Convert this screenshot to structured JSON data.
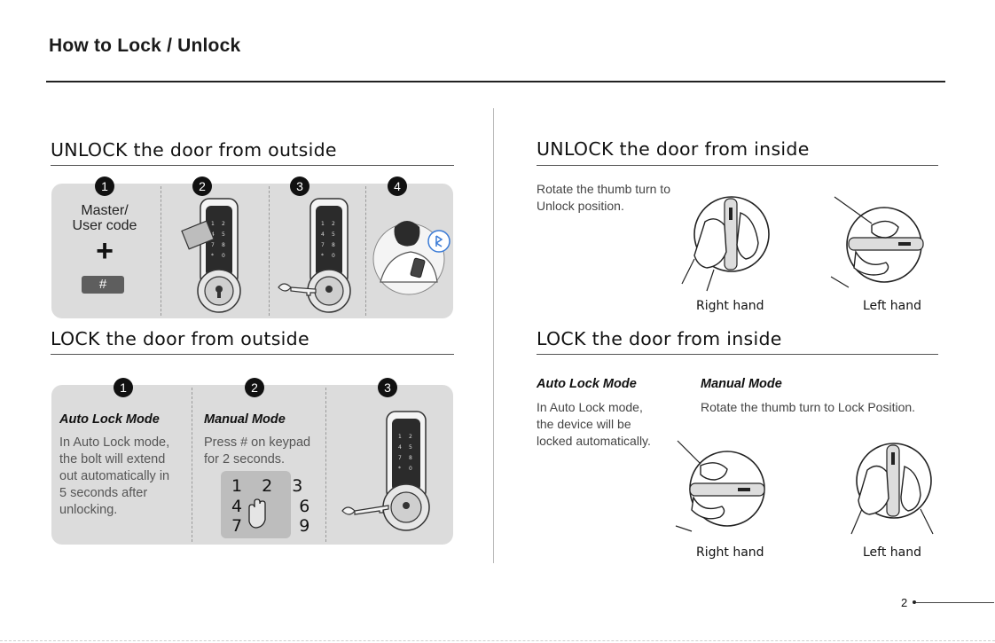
{
  "page": {
    "title": "How to Lock / Unlock",
    "page_number": "2"
  },
  "unlock_outside": {
    "title": "UNLOCK the door from outside",
    "steps": [
      "1",
      "2",
      "3",
      "4"
    ],
    "step1_line1": "Master/",
    "step1_line2": "User code",
    "plus": "+",
    "hash_key": "#"
  },
  "lock_outside": {
    "title": "LOCK the door from outside",
    "steps": [
      "1",
      "2",
      "3"
    ],
    "auto_title": "Auto Lock Mode",
    "auto_lines": [
      "In Auto Lock mode,",
      "the bolt will extend",
      "out automatically in",
      "5 seconds after",
      "unlocking."
    ],
    "manual_title": "Manual Mode",
    "manual_lines": [
      "Press # on keypad",
      "for 2 seconds."
    ],
    "keypad_rows": [
      "1 2 3",
      "4    6",
      "7    9"
    ]
  },
  "unlock_inside": {
    "title": "UNLOCK the door from inside",
    "note_lines": [
      "Rotate the thumb turn to",
      "Unlock position."
    ],
    "right_caption": "Right hand",
    "left_caption": "Left hand"
  },
  "lock_inside": {
    "title": "LOCK the door from inside",
    "auto_title": "Auto Lock Mode",
    "auto_lines": [
      "In Auto Lock mode,",
      "the device will be",
      "locked automatically."
    ],
    "manual_title": "Manual Mode",
    "manual_line": "Rotate the thumb turn to Lock Position.",
    "right_caption": "Right hand",
    "left_caption": "Left hand"
  }
}
